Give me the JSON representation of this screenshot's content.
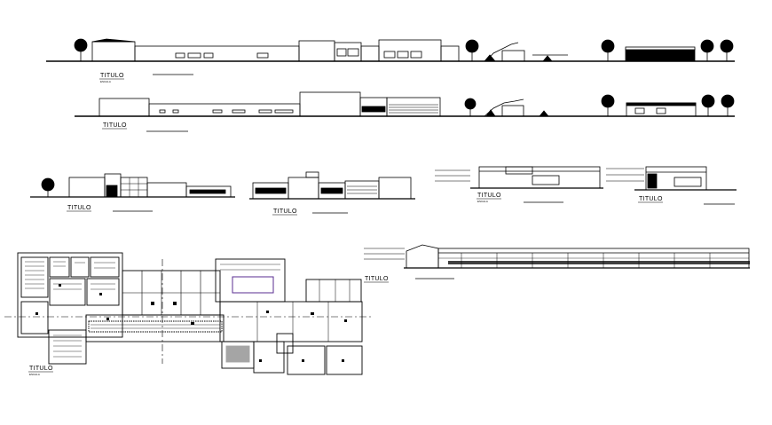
{
  "drawing": {
    "background": "#ffffff",
    "ink": "#000000",
    "accent": "#5a2d91",
    "titles": [
      {
        "text": "TITULO",
        "sub": "ESCALA"
      },
      {
        "text": "TITULO",
        "sub": ""
      },
      {
        "text": "TITULO",
        "sub": ""
      },
      {
        "text": "TITULO",
        "sub": ""
      },
      {
        "text": "TITULO",
        "sub": "ESCALA"
      },
      {
        "text": "TITULO",
        "sub": ""
      },
      {
        "text": "TITULO",
        "sub": ""
      },
      {
        "text": "TITULO",
        "sub": "ESCALA"
      }
    ]
  }
}
